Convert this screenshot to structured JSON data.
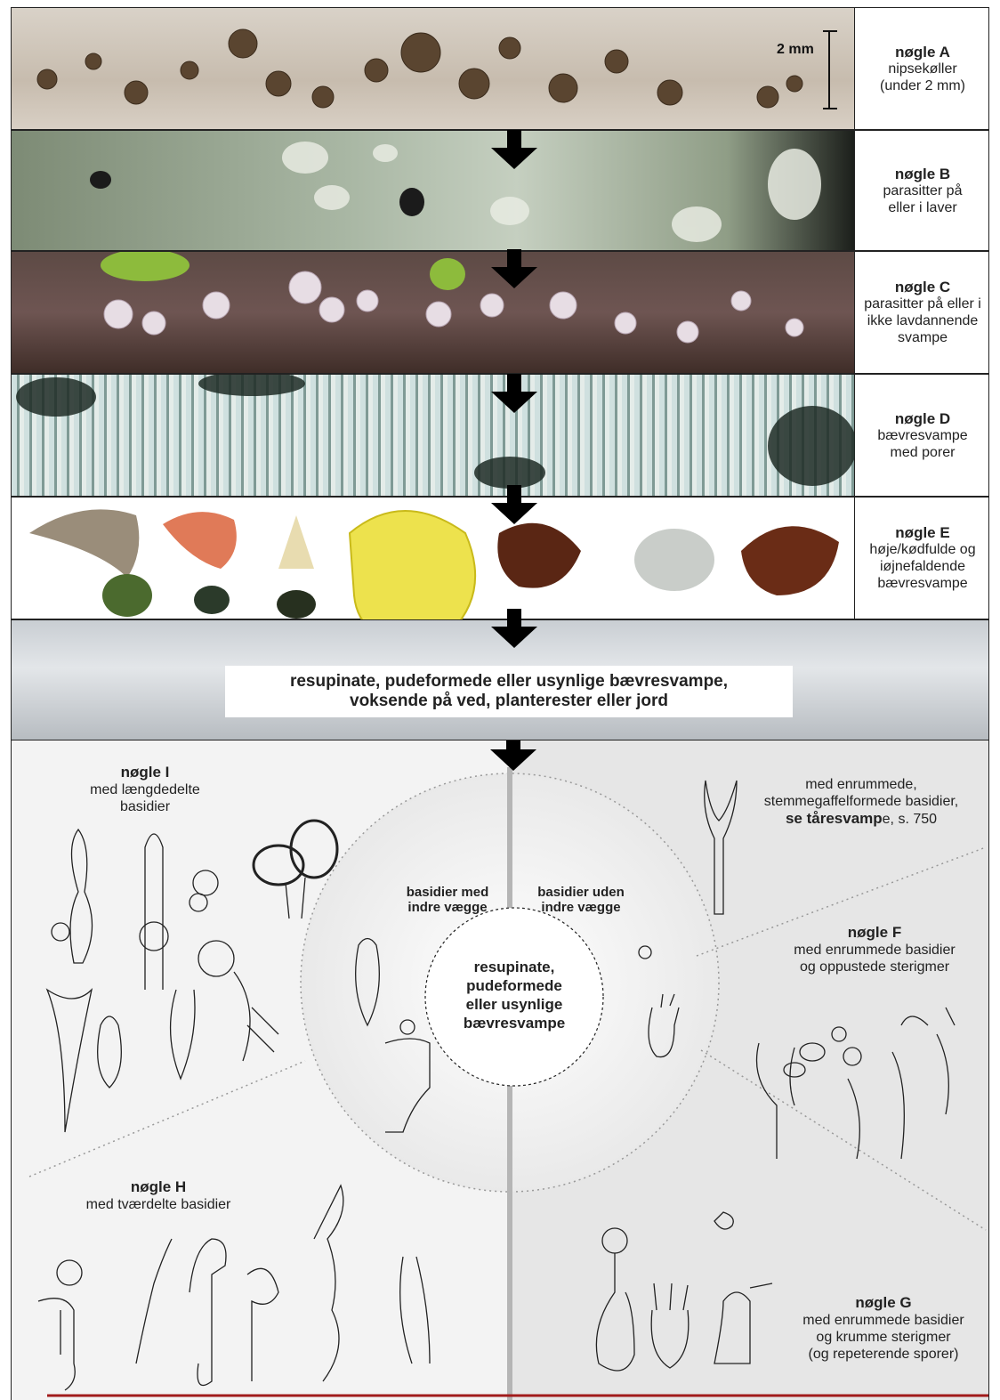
{
  "scale_label": "2 mm",
  "keys": [
    {
      "id": "A",
      "title": "nøgle A",
      "lines": [
        "nipsekøller",
        "(under 2 mm)"
      ]
    },
    {
      "id": "B",
      "title": "nøgle B",
      "lines": [
        "parasitter på",
        "eller i laver"
      ]
    },
    {
      "id": "C",
      "title": "nøgle C",
      "lines": [
        "parasitter på eller i",
        "ikke lavdannende",
        "svampe"
      ]
    },
    {
      "id": "D",
      "title": "nøgle D",
      "lines": [
        "bævresvampe",
        "med porer"
      ]
    },
    {
      "id": "E",
      "title": "nøgle E",
      "lines": [
        "høje/kødfulde og",
        "iøjnefaldende",
        "bævresvampe"
      ]
    }
  ],
  "resupinate_banner": {
    "line1": "resupinate, pudeformede eller usynlige bævresvampe,",
    "line2": "voksende på ved, planterester eller jord"
  },
  "lower": {
    "center": [
      "resupinate,",
      "pudeformede",
      "eller usynlige",
      "bævresvampe"
    ],
    "left_branch": [
      "basidier med",
      "indre vægge"
    ],
    "right_branch": [
      "basidier uden",
      "indre vægge"
    ],
    "key_i": {
      "title": "nøgle I",
      "lines": [
        "med længdedelte",
        "basidier"
      ]
    },
    "key_h": {
      "title": "nøgle H",
      "lines": [
        "med tværdelte basidier"
      ]
    },
    "key_f": {
      "title": "nøgle F",
      "lines": [
        "med enrummede basidier",
        "og oppustede sterigmer"
      ]
    },
    "key_g": {
      "title": "nøgle G",
      "lines": [
        "med enrummede basidier",
        "og krumme sterigmer",
        "(og repeterende sporer)"
      ]
    },
    "tear": {
      "line1": "med enrummede,",
      "line2": "stemmegaffelformede basidier,",
      "bold": "se tåresvamp",
      "tail": "e, s. 750"
    }
  },
  "colors": {
    "border": "#222222",
    "arrow": "#000000",
    "bottom_rule": "#a11b1b"
  }
}
